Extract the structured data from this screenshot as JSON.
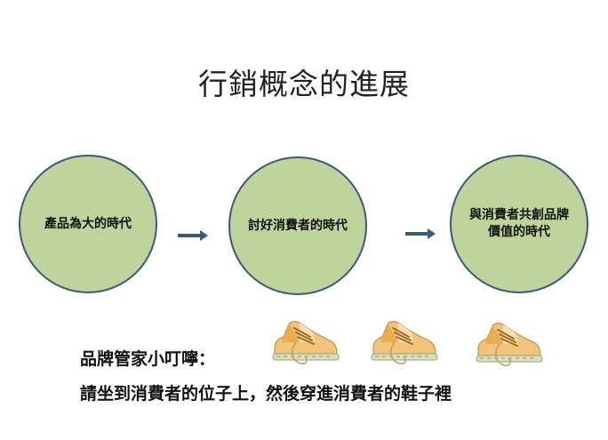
{
  "title": "行銷概念的進展",
  "stages": [
    {
      "label": "產品為大的時代"
    },
    {
      "label": "討好消費者的時代"
    },
    {
      "label": "與消費者共創品牌\n價值的時代"
    }
  ],
  "tip": {
    "heading": "品牌管家小叮嚀：",
    "body": "請坐到消費者的位子上，然後穿進消費者的鞋子裡"
  },
  "colors": {
    "circle_fill": "#bfd49b",
    "circle_border": "#3a5a7c",
    "arrow": "#3a5a7c"
  },
  "icons": [
    "shoe-icon",
    "shoe-icon",
    "shoe-icon"
  ]
}
